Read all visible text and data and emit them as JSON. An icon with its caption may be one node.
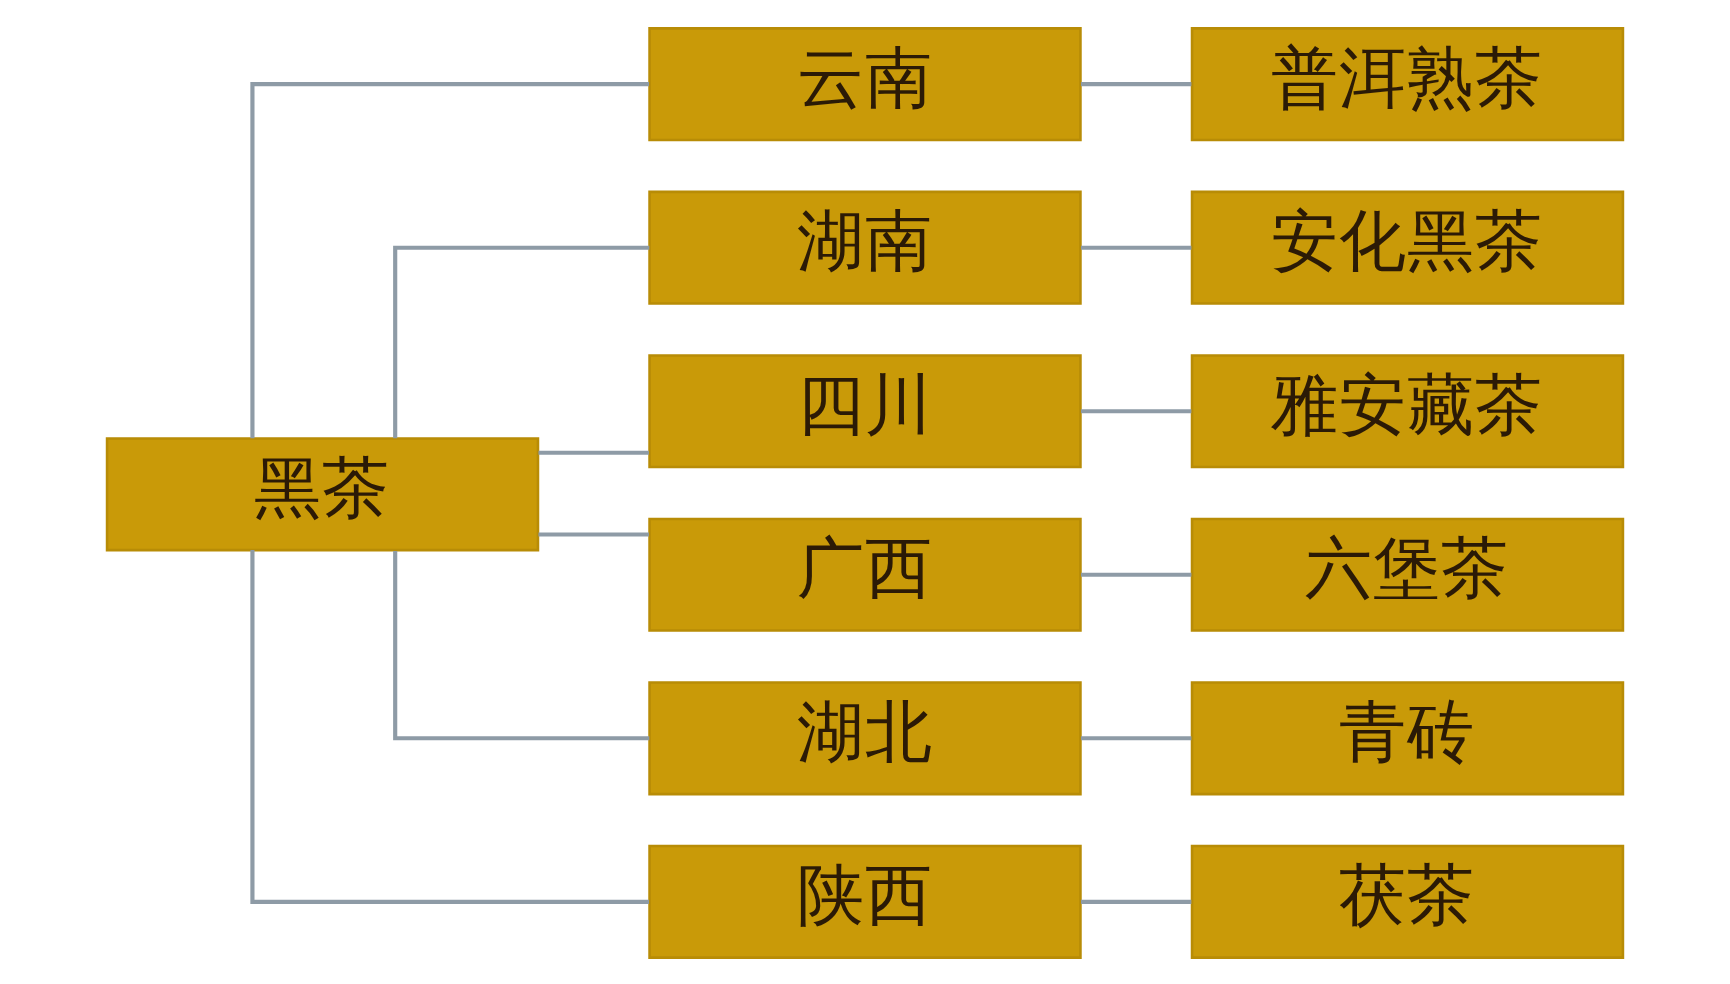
{
  "diagram": {
    "nodes": [
      {
        "text": [
          "黑茶"
        ]
      },
      {
        "text": [
          "云南"
        ]
      },
      {
        "text": [
          "普洱熟茶"
        ]
      },
      {
        "text": [
          "湖南"
        ]
      },
      {
        "text": [
          "安化黑茶"
        ]
      },
      {
        "text": [
          "四川"
        ]
      },
      {
        "text": [
          "雅安藏茶"
        ]
      },
      {
        "text": [
          "广西"
        ]
      },
      {
        "text": [
          "六堡茶"
        ]
      },
      {
        "text": [
          "湖北"
        ]
      },
      {
        "text": [
          "青砖"
        ]
      },
      {
        "text": [
          "陕西"
        ]
      },
      {
        "text": [
          "茯茶"
        ]
      }
    ],
    "edges": [
      {
        "from": 0,
        "to": 1,
        "arrow": "none"
      },
      {
        "from": 0,
        "to": 3,
        "arrow": "none"
      },
      {
        "from": 0,
        "to": 5,
        "arrow": "none"
      },
      {
        "from": 0,
        "to": 7,
        "arrow": "none"
      },
      {
        "from": 0,
        "to": 9,
        "arrow": "none"
      },
      {
        "from": 0,
        "to": 11,
        "arrow": "none"
      },
      {
        "from": 1,
        "to": 2,
        "arrow": "none"
      },
      {
        "from": 3,
        "to": 4,
        "arrow": "none"
      },
      {
        "from": 5,
        "to": 6,
        "arrow": "none"
      },
      {
        "from": 7,
        "to": 8,
        "arrow": "none"
      },
      {
        "from": 9,
        "to": 10,
        "arrow": "none"
      },
      {
        "from": 11,
        "to": 12,
        "arrow": "none"
      }
    ]
  }
}
